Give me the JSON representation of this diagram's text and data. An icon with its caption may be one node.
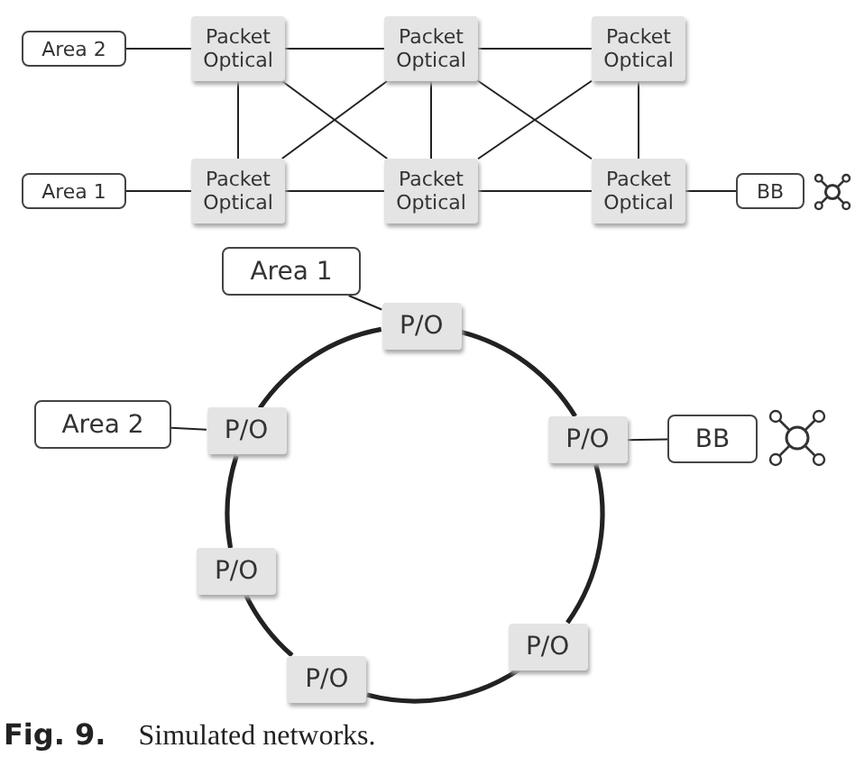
{
  "diagram": {
    "caption": "**Fig. 9.** Simulated networks.",
    "nodes": [
      {
        "text": [
          "Area 2"
        ]
      },
      {
        "text": [
          "Packet Optical"
        ]
      },
      {
        "text": [
          "Packet Optical"
        ]
      },
      {
        "text": [
          "Packet Optical"
        ]
      },
      {
        "text": [
          "Area 1"
        ]
      },
      {
        "text": [
          "Packet Optical"
        ]
      },
      {
        "text": [
          "Packet Optical"
        ]
      },
      {
        "text": [
          "Packet Optical"
        ]
      },
      {
        "text": [
          "BB"
        ]
      },
      {
        "text": [
          "Area 1"
        ]
      },
      {
        "text": [
          "P/O"
        ]
      },
      {
        "text": [
          "Area 2"
        ]
      },
      {
        "text": [
          "P/O"
        ]
      },
      {
        "text": [
          "P/O"
        ]
      },
      {
        "text": [
          "BB"
        ]
      },
      {
        "text": [
          "P/O"
        ]
      },
      {
        "text": [
          "P/O"
        ]
      },
      {
        "text": [
          "P/O"
        ]
      }
    ],
    "edges": [
      {
        "from": 0,
        "to": 1,
        "arrow": "none"
      },
      {
        "from": 1,
        "to": 2,
        "arrow": "none"
      },
      {
        "from": 2,
        "to": 3,
        "arrow": "none"
      },
      {
        "from": 4,
        "to": 5,
        "arrow": "none"
      },
      {
        "from": 5,
        "to": 6,
        "arrow": "none"
      },
      {
        "from": 6,
        "to": 7,
        "arrow": "none"
      },
      {
        "from": 7,
        "to": 8,
        "arrow": "none"
      },
      {
        "from": 1,
        "to": 5,
        "arrow": "none"
      },
      {
        "from": 2,
        "to": 6,
        "arrow": "none"
      },
      {
        "from": 3,
        "to": 7,
        "arrow": "none"
      },
      {
        "from": 1,
        "to": 6,
        "arrow": "none"
      },
      {
        "from": 2,
        "to": 5,
        "arrow": "none"
      },
      {
        "from": 2,
        "to": 7,
        "arrow": "none"
      },
      {
        "from": 3,
        "to": 6,
        "arrow": "none"
      },
      {
        "from": 9,
        "to": 10,
        "arrow": "none"
      },
      {
        "from": 11,
        "to": 12,
        "arrow": "none"
      },
      {
        "from": 13,
        "to": 14,
        "arrow": "none"
      },
      {
        "from": 10,
        "to": 13,
        "arrow": "none",
        "style": "thick"
      },
      {
        "from": 13,
        "to": 16,
        "arrow": "none",
        "style": "thick"
      },
      {
        "from": 16,
        "to": 17,
        "arrow": "none",
        "style": "thick"
      },
      {
        "from": 17,
        "to": 15,
        "arrow": "none",
        "style": "thick"
      },
      {
        "from": 15,
        "to": 12,
        "arrow": "none",
        "style": "thick"
      },
      {
        "from": 12,
        "to": 10,
        "arrow": "none",
        "style": "thick"
      }
    ]
  }
}
